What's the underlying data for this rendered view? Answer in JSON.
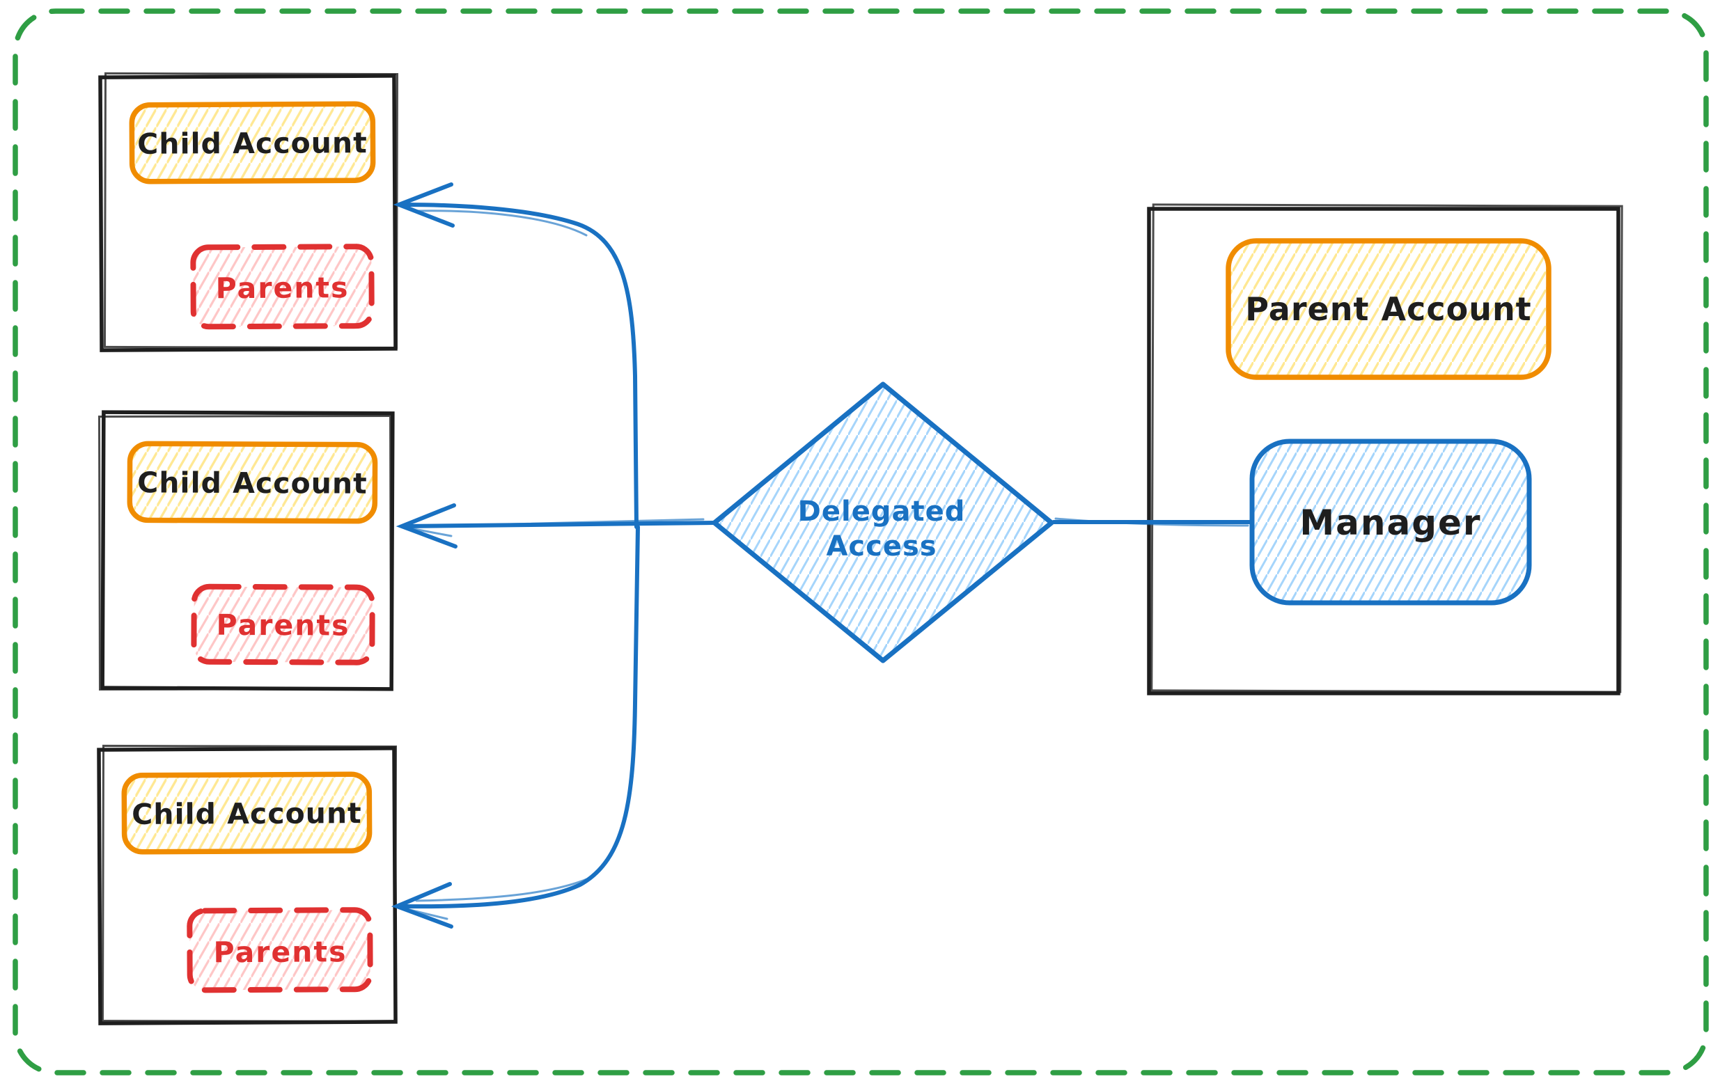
{
  "canvas": {
    "background": "#ffffff",
    "border_color": "#2f9e44",
    "border_style": "dashed-rounded"
  },
  "colors": {
    "black_stroke": "#1e1e1e",
    "orange_stroke": "#f08c00",
    "yellow_hatch": "#ffd43b",
    "red_stroke": "#e03131",
    "pink_hatch": "#fa5252",
    "blue_stroke": "#1971c2",
    "light_blue_hatch": "#4dabf7",
    "green_border": "#2f9e44"
  },
  "nodes": {
    "child_account_1": {
      "label": "Child Account",
      "parents_label": "Parents"
    },
    "child_account_2": {
      "label": "Child Account",
      "parents_label": "Parents"
    },
    "child_account_3": {
      "label": "Child Account",
      "parents_label": "Parents"
    },
    "parent_account": {
      "label": "Parent Account"
    },
    "manager": {
      "label": "Manager"
    },
    "delegated_access": {
      "label": "Delegated Access",
      "line1": "Delegated",
      "line2": "Access"
    }
  },
  "edges": [
    {
      "from": "manager",
      "to": "delegated_access",
      "type": "line"
    },
    {
      "from": "delegated_access",
      "to": "child_account_1",
      "type": "curved-arrow"
    },
    {
      "from": "delegated_access",
      "to": "child_account_2",
      "type": "straight-arrow"
    },
    {
      "from": "delegated_access",
      "to": "child_account_3",
      "type": "curved-arrow"
    }
  ]
}
